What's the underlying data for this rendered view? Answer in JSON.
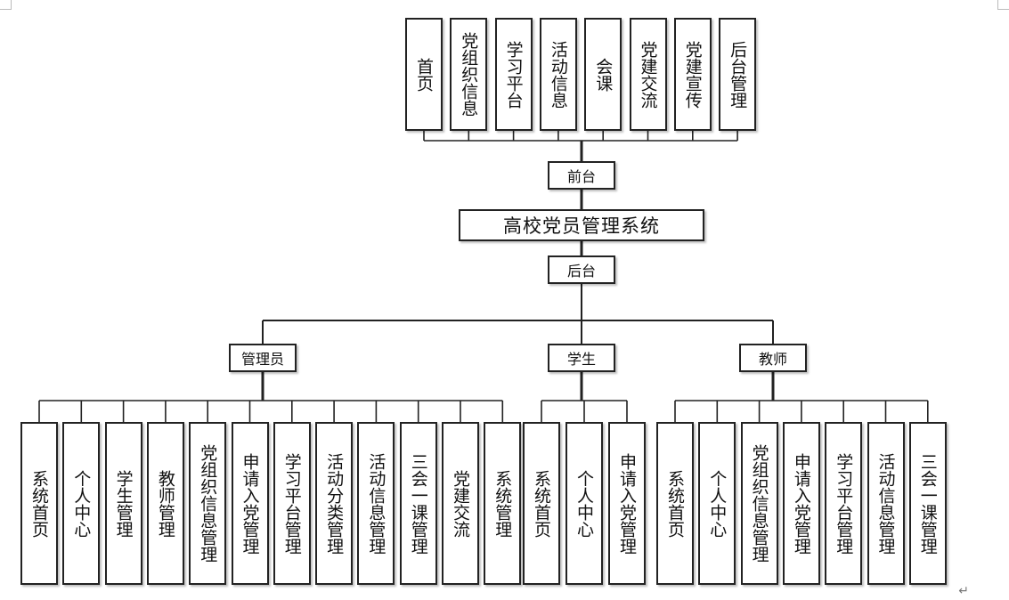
{
  "root": "高校党员管理系统",
  "front": {
    "label": "前台",
    "children": [
      "首页",
      "党组织信息",
      "学习平台",
      "活动信息",
      "会课",
      "党建交流",
      "党建宣传",
      "后台管理"
    ]
  },
  "back": {
    "label": "后台",
    "roles": [
      {
        "label": "管理员",
        "children": [
          "系统首页",
          "个人中心",
          "学生管理",
          "教师管理",
          "党组织信息管理",
          "申请入党管理",
          "学习平台管理",
          "活动分类管理",
          "活动信息管理",
          "三会一课管理",
          "党建交流",
          "系统管理"
        ]
      },
      {
        "label": "学生",
        "children": [
          "系统首页",
          "个人中心",
          "申请入党管理"
        ]
      },
      {
        "label": "教师",
        "children": [
          "系统首页",
          "个人中心",
          "党组织信息管理",
          "申请入党管理",
          "学习平台管理",
          "活动信息管理",
          "三会一课管理"
        ]
      }
    ]
  },
  "return_mark": "↵"
}
